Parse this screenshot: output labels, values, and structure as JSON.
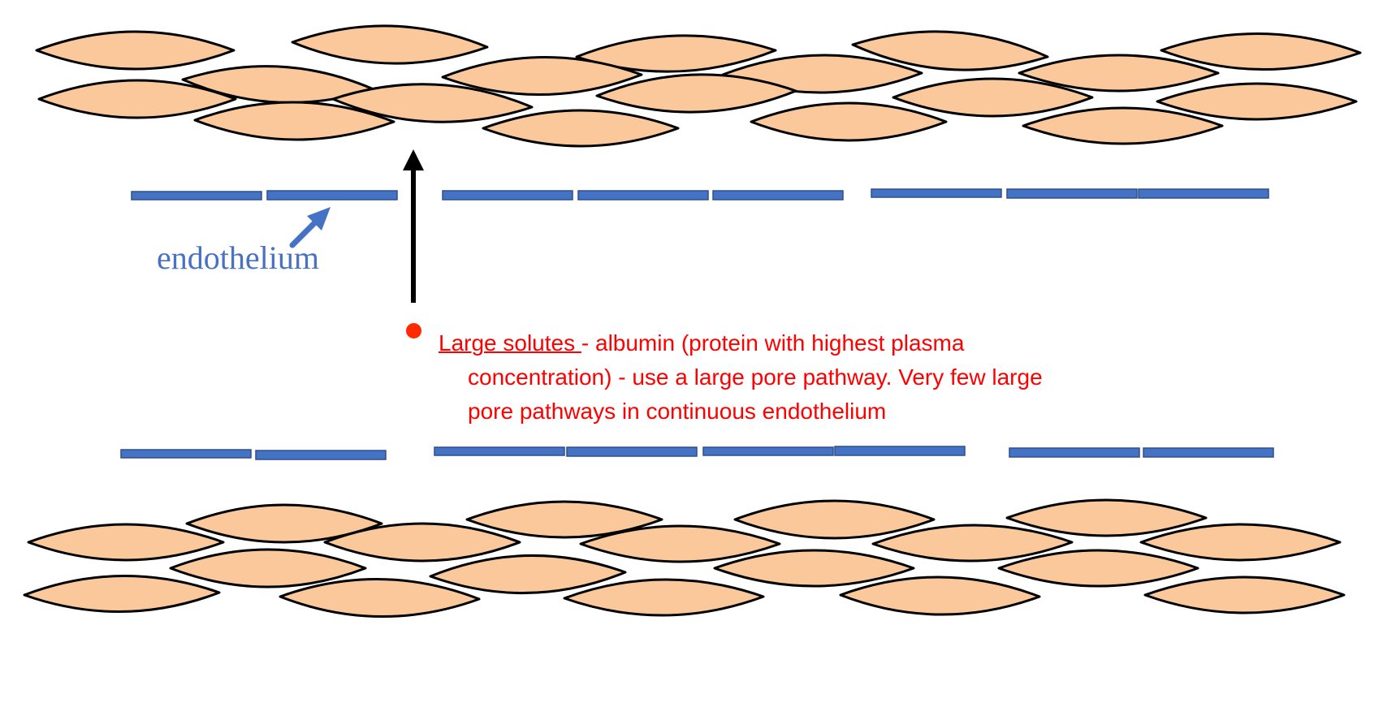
{
  "labels": {
    "endothelium": "endothelium"
  },
  "annotation": {
    "heading": "Large solutes ",
    "line1_rest": " - albumin (protein with highest plasma",
    "line2": "concentration) - use a large pore pathway.  Very few large",
    "line3": "pore pathways in continuous endothelium"
  },
  "colors": {
    "cell_fill": "#fac89a",
    "endothelium": "#4472c4",
    "annotation": "#ff0000",
    "arrow": "#000000"
  }
}
